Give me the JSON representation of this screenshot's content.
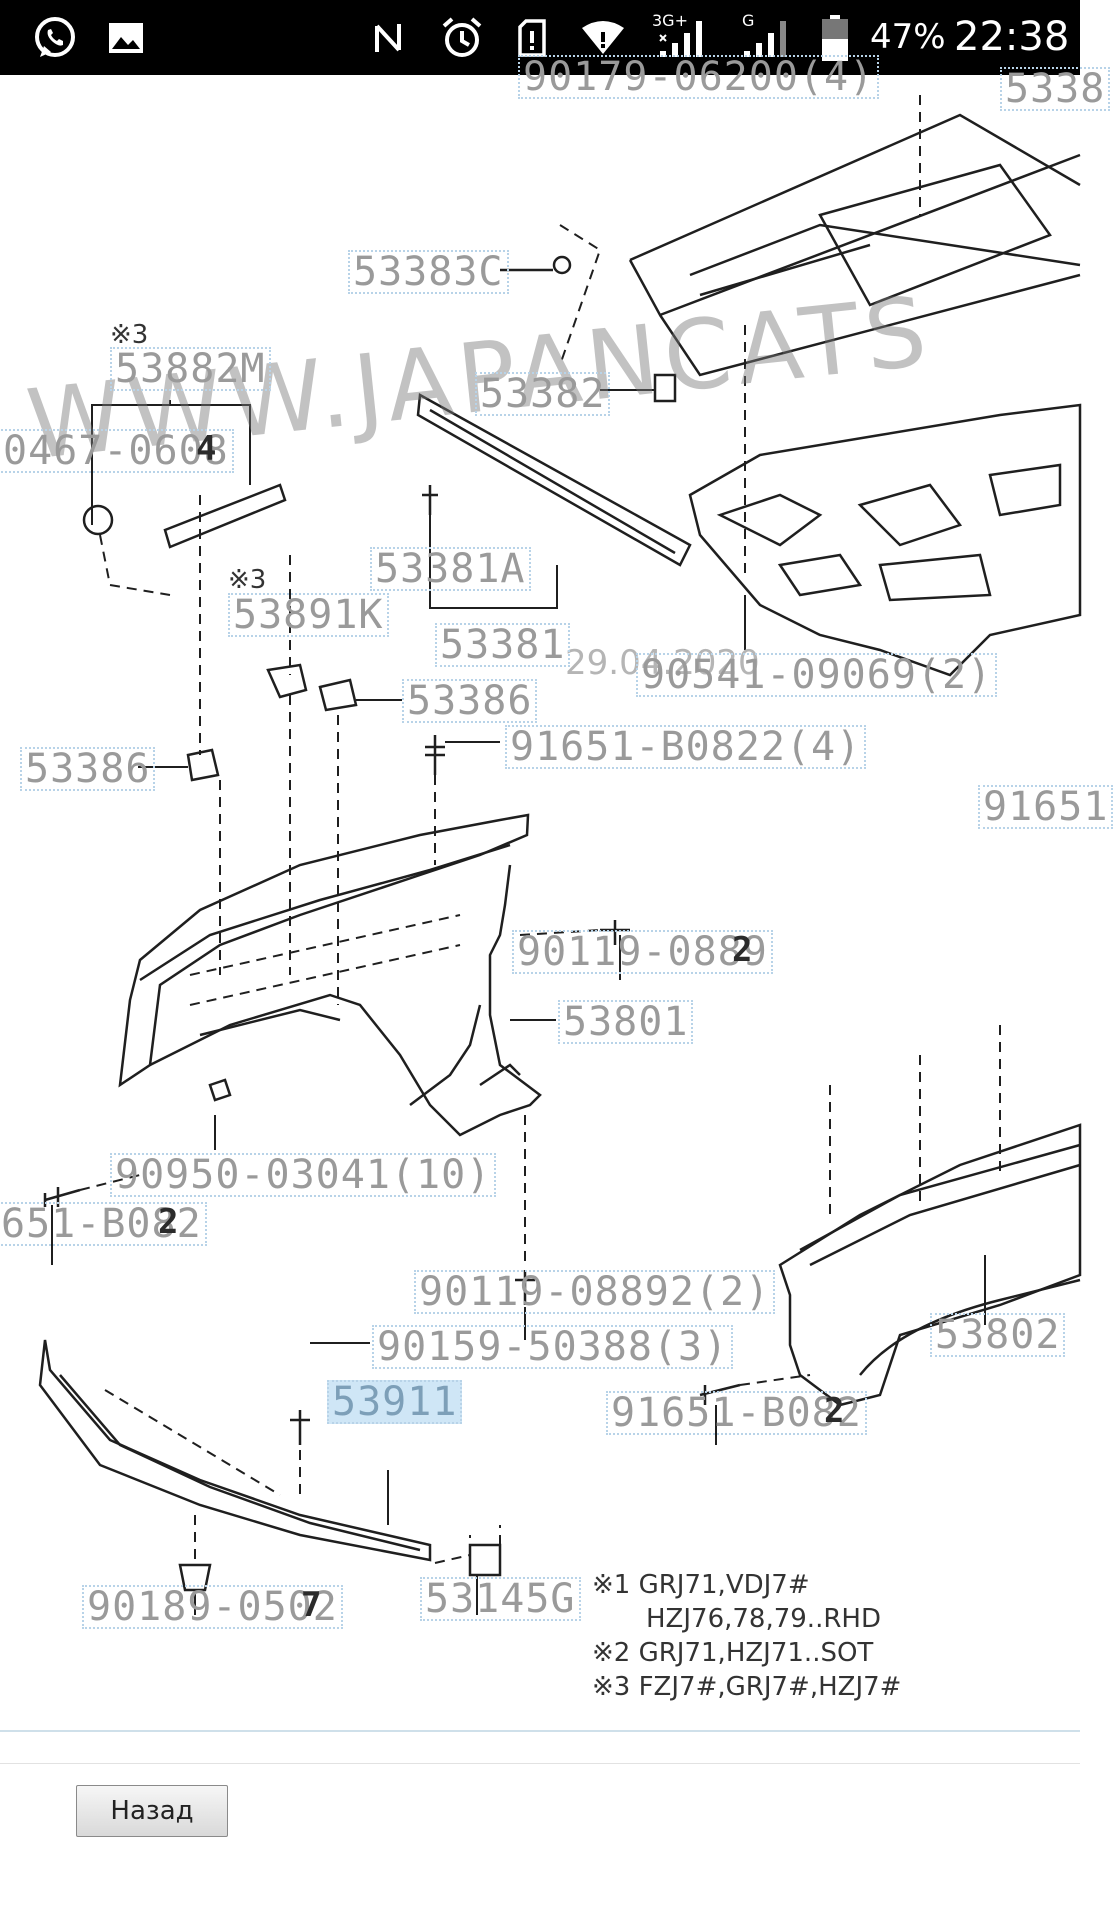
{
  "status_bar": {
    "icons": [
      "whatsapp-icon",
      "gallery-icon",
      "nfc-icon",
      "alarm-icon",
      "sim-icon",
      "wifi-icon",
      "signal-icon",
      "signal-icon",
      "battery-icon"
    ],
    "network1": "3G+",
    "network2": "G",
    "battery": "47%",
    "time": "22:38"
  },
  "diagram": {
    "watermark": "WWW.JAPANCATS",
    "date": "29.04.2020",
    "parts": [
      {
        "id": "p1",
        "label": "90179-06200(4)"
      },
      {
        "id": "p2",
        "label": "5338"
      },
      {
        "id": "p3",
        "label": "53383C"
      },
      {
        "id": "p4",
        "label": "53882M"
      },
      {
        "id": "p5",
        "label": "0467-0608",
        "suffix": "4"
      },
      {
        "id": "p6",
        "label": "53382"
      },
      {
        "id": "p7",
        "label": "53381A"
      },
      {
        "id": "p8",
        "label": "53891K"
      },
      {
        "id": "p9",
        "label": "53381"
      },
      {
        "id": "p10",
        "label": "90541-09069(2)"
      },
      {
        "id": "p11",
        "label": "53386"
      },
      {
        "id": "p12",
        "label": "53386"
      },
      {
        "id": "p13",
        "label": "91651-B0822(4)"
      },
      {
        "id": "p14",
        "label": "91651"
      },
      {
        "id": "p15",
        "label": "90119-0889",
        "suffix": "2"
      },
      {
        "id": "p16",
        "label": "53801"
      },
      {
        "id": "p17",
        "label": "90950-03041(10)"
      },
      {
        "id": "p18",
        "label": "651-B082",
        "suffix": "2"
      },
      {
        "id": "p19",
        "label": "90119-08892(2)"
      },
      {
        "id": "p20",
        "label": "90159-50388(3)"
      },
      {
        "id": "p21",
        "label": "53911",
        "highlight": true
      },
      {
        "id": "p22",
        "label": "53802"
      },
      {
        "id": "p23",
        "label": "91651-B082",
        "suffix": "2"
      },
      {
        "id": "p24",
        "label": "90189-0502",
        "suffix": "7"
      },
      {
        "id": "p25",
        "label": "53145G"
      }
    ],
    "note_marks": [
      "※3",
      "※3"
    ],
    "legend": [
      "※1 GRJ71,VDJ7#",
      "HZJ76,78,79..RHD",
      "※2 GRJ71,HZJ71..SOT",
      "※3 FZJ7#,GRJ7#,HZJ7#"
    ]
  },
  "footer": {
    "back_label": "Назад"
  }
}
